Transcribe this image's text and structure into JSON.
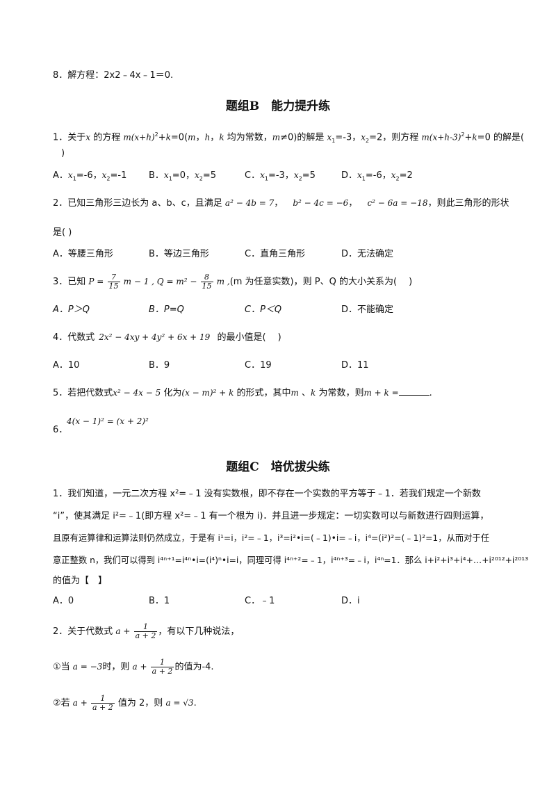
{
  "q8": "8．解方程：2x2﹣4x﹣1＝0.",
  "groupB": {
    "title": "题组B　能力提升练"
  },
  "b1": {
    "prefix": "1．关于",
    "m1": "x",
    "t1": " 的方程 ",
    "m2": "m(x+h)",
    "t2": "+",
    "m3": "k",
    "t3": "=0(",
    "m4": "m",
    "t4": "，",
    "m5": "h",
    "t5": "，",
    "m6": "k",
    "t6": " 均为常数，",
    "m7": "m",
    "t7": "≠0)的解是 ",
    "t8": "=-3，",
    "t9": "=2，则方程 ",
    "m8": "m(x+h-3)",
    "t10": "+",
    "t11": "=0 的解是(",
    "line2": ")",
    "sq": "2",
    "x": "x",
    "s1": "1",
    "s2": "2",
    "k": "k",
    "opts": [
      "A．",
      "=-6，",
      "=-1",
      "B．",
      "=0，",
      "=5",
      "C．",
      "=-3，",
      "=5",
      "D．",
      "=-6，",
      "=2"
    ]
  },
  "b2": {
    "prefix": "2．已知三角形三边长为 a、b、c，且满足",
    "e1": "a² − 4b = 7",
    "e2": "b² − 4c = −6",
    "e3": "c² − 6a = −18",
    "comma": "，",
    "suffix": "，则此三角形的形状",
    "line2": "是( )",
    "opts": [
      "A．等腰三角形",
      "B．等边三角形",
      "C．直角三角形",
      "D．无法确定"
    ]
  },
  "b3": {
    "prefix": "3．已知",
    "p": "P =",
    "f1n": "7",
    "f1d": "15",
    "mid1": "m − 1 , Q = m² −",
    "f2n": "8",
    "f2d": "15",
    "mid2": "m ,",
    "suffix": "(m 为任意实数)，则 P、Q 的大小关系为(　 )",
    "opts": [
      "A．P＞Q",
      "B．P=Q",
      "C．P＜Q",
      "D．不能确定"
    ]
  },
  "b4": {
    "prefix": "4．代数式",
    "expr": "2x² − 4xy + 4y² + 6x + 19",
    "suffix": " 的最小值是(　 )",
    "opts": [
      "A．10",
      "B．9",
      "C．19",
      "D．11"
    ]
  },
  "b5": {
    "prefix": "5．若把代数式",
    "e1": "x² − 4x − 5",
    "t1": " 化为",
    "e2": "(x − m)² + k",
    "t2": " 的形式，其中",
    "e3": "m",
    "t3": " 、",
    "e4": "k",
    "t4": " 为常数，则",
    "e5": "m + k =",
    "t5": ".",
    "blank": ""
  },
  "b6": {
    "num": "6．",
    "expr": "4(x − 1)² = (x + 2)²"
  },
  "groupC": {
    "title": "题组C　培优拔尖练"
  },
  "c1": {
    "l1": "1．我们知道，一元二次方程 x²=﹣1 没有实数根，即不存在一个实数的平方等于﹣1．若我们规定一个新数",
    "l2": "“i”，使其满足 i²=﹣1(即方程 x²=﹣1 有一个根为 i)．并且进一步规定：一切实数可以与新数进行四则运算，",
    "l3": "且原有运算律和运算法则仍然成立，于是有 i¹=i，i²=﹣1，i³=i²•i=(﹣1)•i=﹣i，i⁴=(i²)²=(﹣1)²=1，从而对于任",
    "l4": "意正整数 n，我们可以得到 i⁴ⁿ⁺¹=i⁴ⁿ•i=(i⁴)ⁿ•i=i，同理可得 i⁴ⁿ⁺²=﹣1，i⁴ⁿ⁺³=﹣i，i⁴ⁿ=1．那么 i+i²+i³+i⁴+…+i²⁰¹²+i²⁰¹³",
    "l5": "的值为【　】",
    "opts": [
      "A．0",
      "B．1",
      "C．﹣1",
      "D．i"
    ]
  },
  "c2": {
    "prefix": "2．关于代数式",
    "a": "a +",
    "fn": "1",
    "fd": "a + 2",
    "suffix": "，有以下几种说法，",
    "s1pre": "①当",
    "s1cond": "a = −3",
    "s1mid": "时，则",
    "s1suf": "的值为-4.",
    "s2pre": "②若",
    "s2mid": "值为 2，则",
    "s2res": "a = √3",
    "dot": "."
  }
}
